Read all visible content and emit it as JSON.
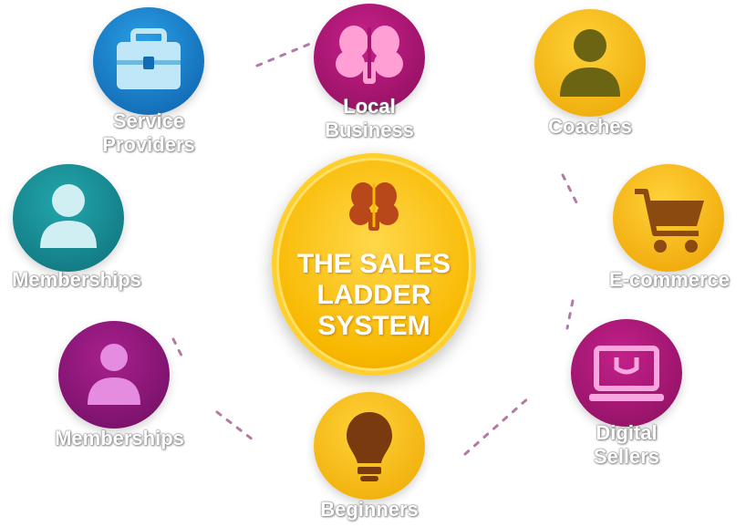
{
  "center": {
    "title_lines": [
      "THE SALES",
      "LADDER",
      "SYSTEM"
    ],
    "icon": "brain-icon",
    "color": "#f8b800"
  },
  "nodes": {
    "service_providers": {
      "label_lines": [
        "Service",
        "Providers"
      ],
      "icon": "briefcase-icon",
      "color": "#1378c4"
    },
    "local_business": {
      "label_lines": [
        "Local",
        "Business"
      ],
      "icon": "brain-icon",
      "color": "#a4146e"
    },
    "coaches": {
      "label_lines": [
        "Coaches"
      ],
      "icon": "person-icon",
      "color": "#f4b800"
    },
    "memberships_teal": {
      "label_lines": [
        "Memberships"
      ],
      "icon": "person-icon",
      "color": "#13878f"
    },
    "ecommerce": {
      "label_lines": [
        "E-commerce"
      ],
      "icon": "cart-icon",
      "color": "#f4b000"
    },
    "memberships_purple": {
      "label_lines": [
        "Memberships"
      ],
      "icon": "person-icon",
      "color": "#8c1678"
    },
    "digital_sellers": {
      "label_lines": [
        "Digital",
        "Sellers"
      ],
      "icon": "laptop-icon",
      "color": "#9e1470"
    },
    "beginners": {
      "label_lines": [
        "Beginners"
      ],
      "icon": "lightbulb-icon",
      "color": "#f4b400"
    }
  }
}
